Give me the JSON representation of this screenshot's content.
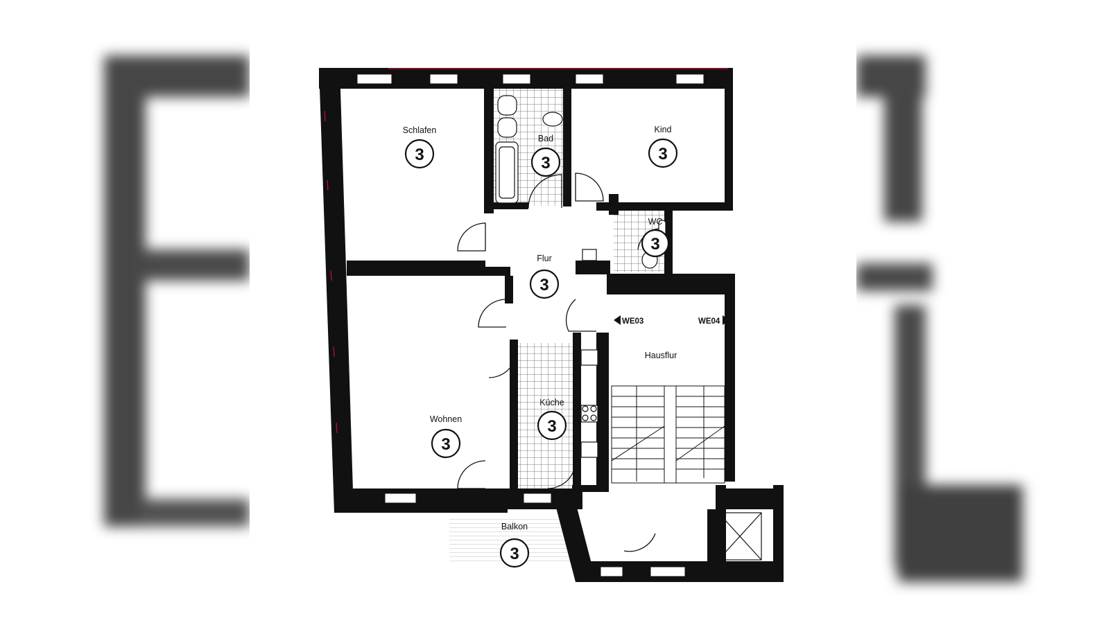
{
  "floorplan": {
    "rooms": [
      {
        "key": "schlafen",
        "label": "Schlafen",
        "number": "3"
      },
      {
        "key": "bad",
        "label": "Bad",
        "number": "3"
      },
      {
        "key": "kind",
        "label": "Kind",
        "number": "3"
      },
      {
        "key": "wc",
        "label": "WC",
        "number": "3"
      },
      {
        "key": "flur",
        "label": "Flur",
        "number": "3"
      },
      {
        "key": "wohnen",
        "label": "Wohnen",
        "number": "3"
      },
      {
        "key": "kueche",
        "label": "Küche",
        "number": "3"
      },
      {
        "key": "balkon",
        "label": "Balkon",
        "number": "3"
      }
    ],
    "hausflur": "Hausflur",
    "unit_left": "WE03",
    "unit_right": "WE04"
  },
  "colors": {
    "wall": "#111111",
    "background": "#ffffff",
    "tile_grid": "#555555",
    "wall_accent": "#c8102e"
  }
}
